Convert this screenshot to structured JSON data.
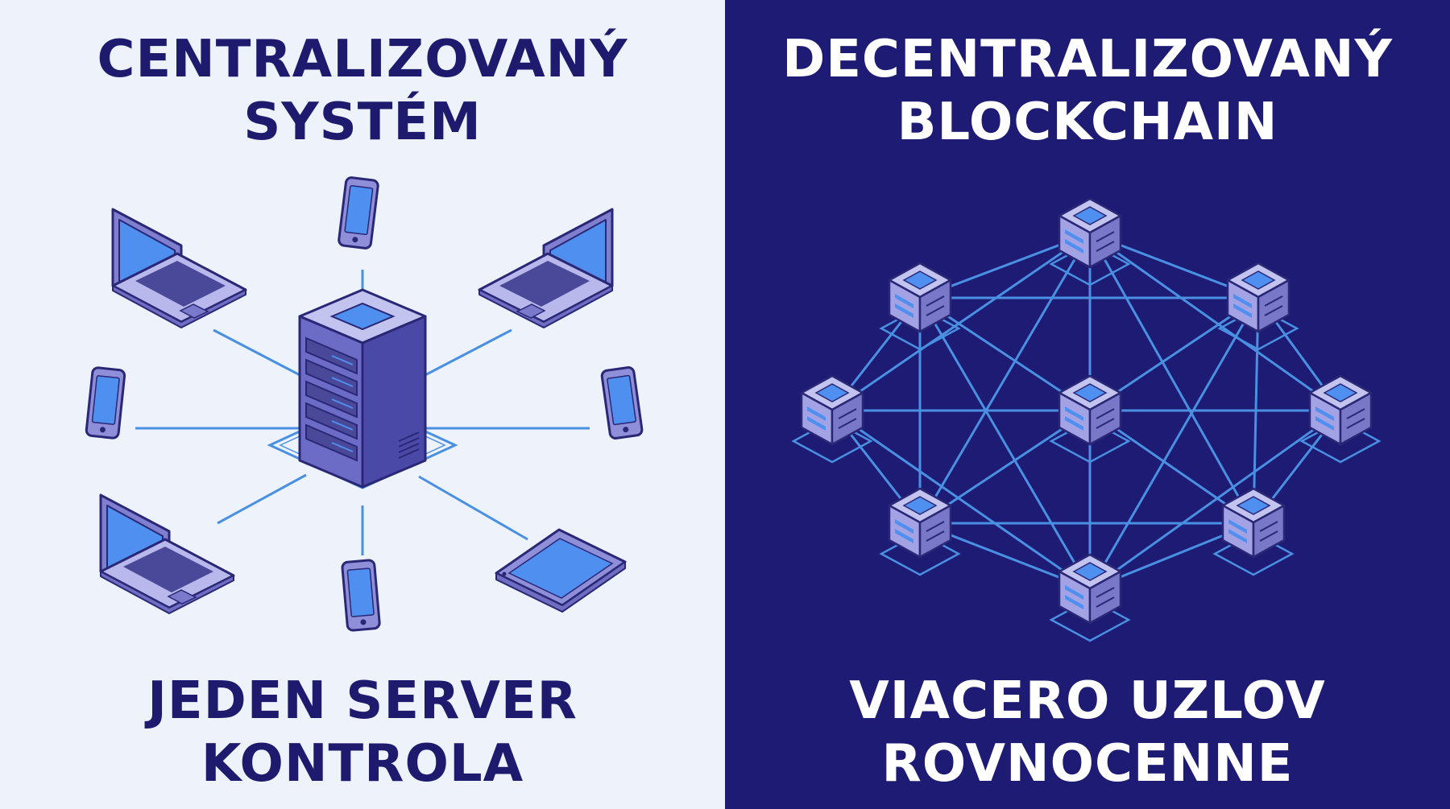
{
  "left_panel": {
    "title_lines": [
      "CENTRALIZOVANÝ",
      "SYSTÉM"
    ],
    "caption_lines": [
      "JEDEN SERVER",
      "KONTROLA"
    ],
    "server_icon": "server-tower-icon",
    "device_icons": [
      "laptop-icon",
      "smartphone-icon",
      "laptop-icon",
      "smartphone-icon",
      "smartphone-icon",
      "laptop-icon",
      "smartphone-icon",
      "tablet-icon"
    ]
  },
  "right_panel": {
    "title_lines": [
      "DECENTRALIZOVANÝ",
      "BLOCKCHAIN"
    ],
    "caption_lines": [
      "VIACERO UZLOV",
      "ROVNOCENNE"
    ],
    "node_icon": "blockchain-node-icon",
    "node_count": 9
  },
  "colors": {
    "left_background": "#eef3fb",
    "right_background": "#1d1b73",
    "title_dark": "#1e1b6e",
    "title_light": "#ffffff",
    "icon_body": "#8f8ed8",
    "icon_outline": "#2a2876",
    "screen_blue": "#4f8ff0",
    "connection_line": "#4a90e2"
  }
}
